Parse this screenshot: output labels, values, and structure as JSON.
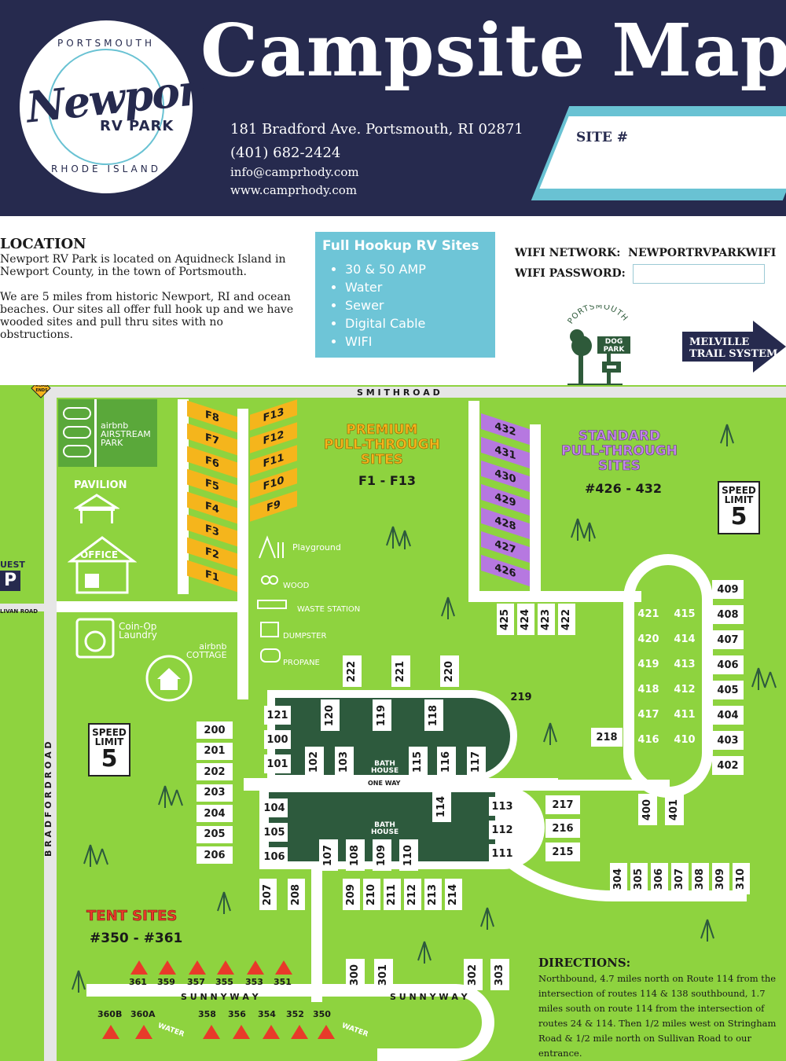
{
  "header": {
    "logo_top": "PORTSMOUTH",
    "logo_main": "Newport",
    "logo_sub": "RV PARK",
    "logo_bottom": "RHODE ISLAND",
    "title": "Campsite Map",
    "address": "181 Bradford Ave. Portsmouth, RI 02871",
    "phone": "(401) 682-2424",
    "email": "info@camprhody.com",
    "website": "www.camprhody.com",
    "site_label": "SITE #",
    "colors": {
      "navy": "#262a4e",
      "aqua": "#69c2d3"
    }
  },
  "location": {
    "title": "LOCATION",
    "text": "Newport RV Park is located on Aquidneck Island in Newport County, in the town of Portsmouth.\n\nWe are 5 miles from historic Newport, RI and ocean beaches. Our sites all offer full hook up and we have wooded sites and pull thru sites with no obstructions."
  },
  "hookup": {
    "title": "Full Hookup RV Sites",
    "items": [
      "30 & 50 AMP",
      "Water",
      "Sewer",
      "Digital Cable",
      "WIFI"
    ]
  },
  "wifi": {
    "network_label": "WIFI NETWORK:",
    "network": "NEWPORTRVPARKWIFI",
    "password_label": "WIFI PASSWORD:"
  },
  "dog_park": {
    "top": "PORTSMOUTH",
    "sign": "DOG PARK"
  },
  "melville": "MELVILLE\nTRAIL SYSTEM",
  "map": {
    "colors": {
      "grass": "#8ed33f",
      "dark": "#2d5a3d",
      "road": "#ffffff",
      "premium": "#f5b51c",
      "standard": "#b678e0",
      "tent": "#e83a2a",
      "airstream": "#5aa83a"
    },
    "road_ends": "ROAD ENDS",
    "smith_road": "S M I T H   R O A D",
    "bradford_road": "B R A D F O R D   R O A D",
    "sullivan_road": "LIVAN ROAD",
    "guest": "UEST",
    "guest_p": "P",
    "airbnb_airstream": "airbnb\nAIRSTREAM\nPARK",
    "pavilion": "PAVILION",
    "office": "OFFICE",
    "laundry": "Coin-Op\nLaundry",
    "airbnb_cottage": "airbnb\nCOTTAGE",
    "playground": "Playground",
    "wood": "WOOD",
    "waste_station": "WASTE STATION",
    "dumpster": "DUMPSTER",
    "propane": "PROPANE",
    "bath_house": "BATH\nHOUSE",
    "one_way": "ONE WAY",
    "premium_title": "PREMIUM\nPULL-THROUGH\nSITES",
    "premium_range": "F1 - F13",
    "standard_title": "STANDARD\nPULL-THROUGH\nSITES",
    "standard_range": "#426 - 432",
    "speed_limit": "SPEED\nLIMIT",
    "speed_value": "5",
    "tent_title": "TENT SITES",
    "tent_range": "#350 - #361",
    "sunny_way": "S U N N Y   W A Y",
    "water": "WATER",
    "f_left": [
      "F8",
      "F7",
      "F6",
      "F5",
      "F4",
      "F3",
      "F2",
      "F1"
    ],
    "f_right": [
      "F13",
      "F12",
      "F11",
      "F10",
      "F9"
    ],
    "standard_sites": [
      "432",
      "431",
      "430",
      "429",
      "428",
      "427",
      "426"
    ],
    "row_425": [
      "425",
      "424",
      "423",
      "422"
    ],
    "loop_left": [
      "421",
      "420",
      "419",
      "418",
      "417",
      "416"
    ],
    "loop_mid": [
      "415",
      "414",
      "413",
      "412",
      "411",
      "410"
    ],
    "loop_right": [
      "409",
      "408",
      "407",
      "406",
      "405",
      "404",
      "403",
      "402"
    ],
    "site_218": "218",
    "bottom_400": [
      "400",
      "401"
    ],
    "row_220": [
      "222",
      "221",
      "220"
    ],
    "site_219": "219",
    "col_200": [
      "200",
      "201",
      "202",
      "203",
      "204",
      "205",
      "206"
    ],
    "upper_block_left": [
      "121",
      "100",
      "101"
    ],
    "upper_block_top": [
      "120",
      "119",
      "118"
    ],
    "upper_block_bottom": [
      "102",
      "103",
      "115",
      "116",
      "117"
    ],
    "lower_block_left": [
      "104",
      "105",
      "106"
    ],
    "lower_block_right": [
      "113",
      "112",
      "111"
    ],
    "site_114": "114",
    "lower_block_bottom": [
      "107",
      "108",
      "109",
      "110"
    ],
    "col_215": [
      "217",
      "216",
      "215"
    ],
    "row_300": [
      "304",
      "305",
      "306",
      "307",
      "308",
      "309",
      "310"
    ],
    "row_207": [
      "207",
      "208"
    ],
    "row_209": [
      "209",
      "210",
      "211",
      "212",
      "213",
      "214"
    ],
    "row_sunny": [
      "300",
      "301",
      "302",
      "303"
    ],
    "tent_top": [
      "361",
      "359",
      "357",
      "355",
      "353",
      "351"
    ],
    "tent_bottom": [
      "360B",
      "360A",
      "358",
      "356",
      "354",
      "352",
      "350"
    ]
  },
  "directions": {
    "title": "DIRECTIONS:",
    "text": "Northbound, 4.7 miles north on Route 114 from the intersection of routes 114 & 138 southbound, 1.7 miles south on route 114 from the intersection of routes 24 & 114. Then 1/2 miles west on Stringham Road & 1/2 mile north on Sullivan Road to our entrance."
  }
}
